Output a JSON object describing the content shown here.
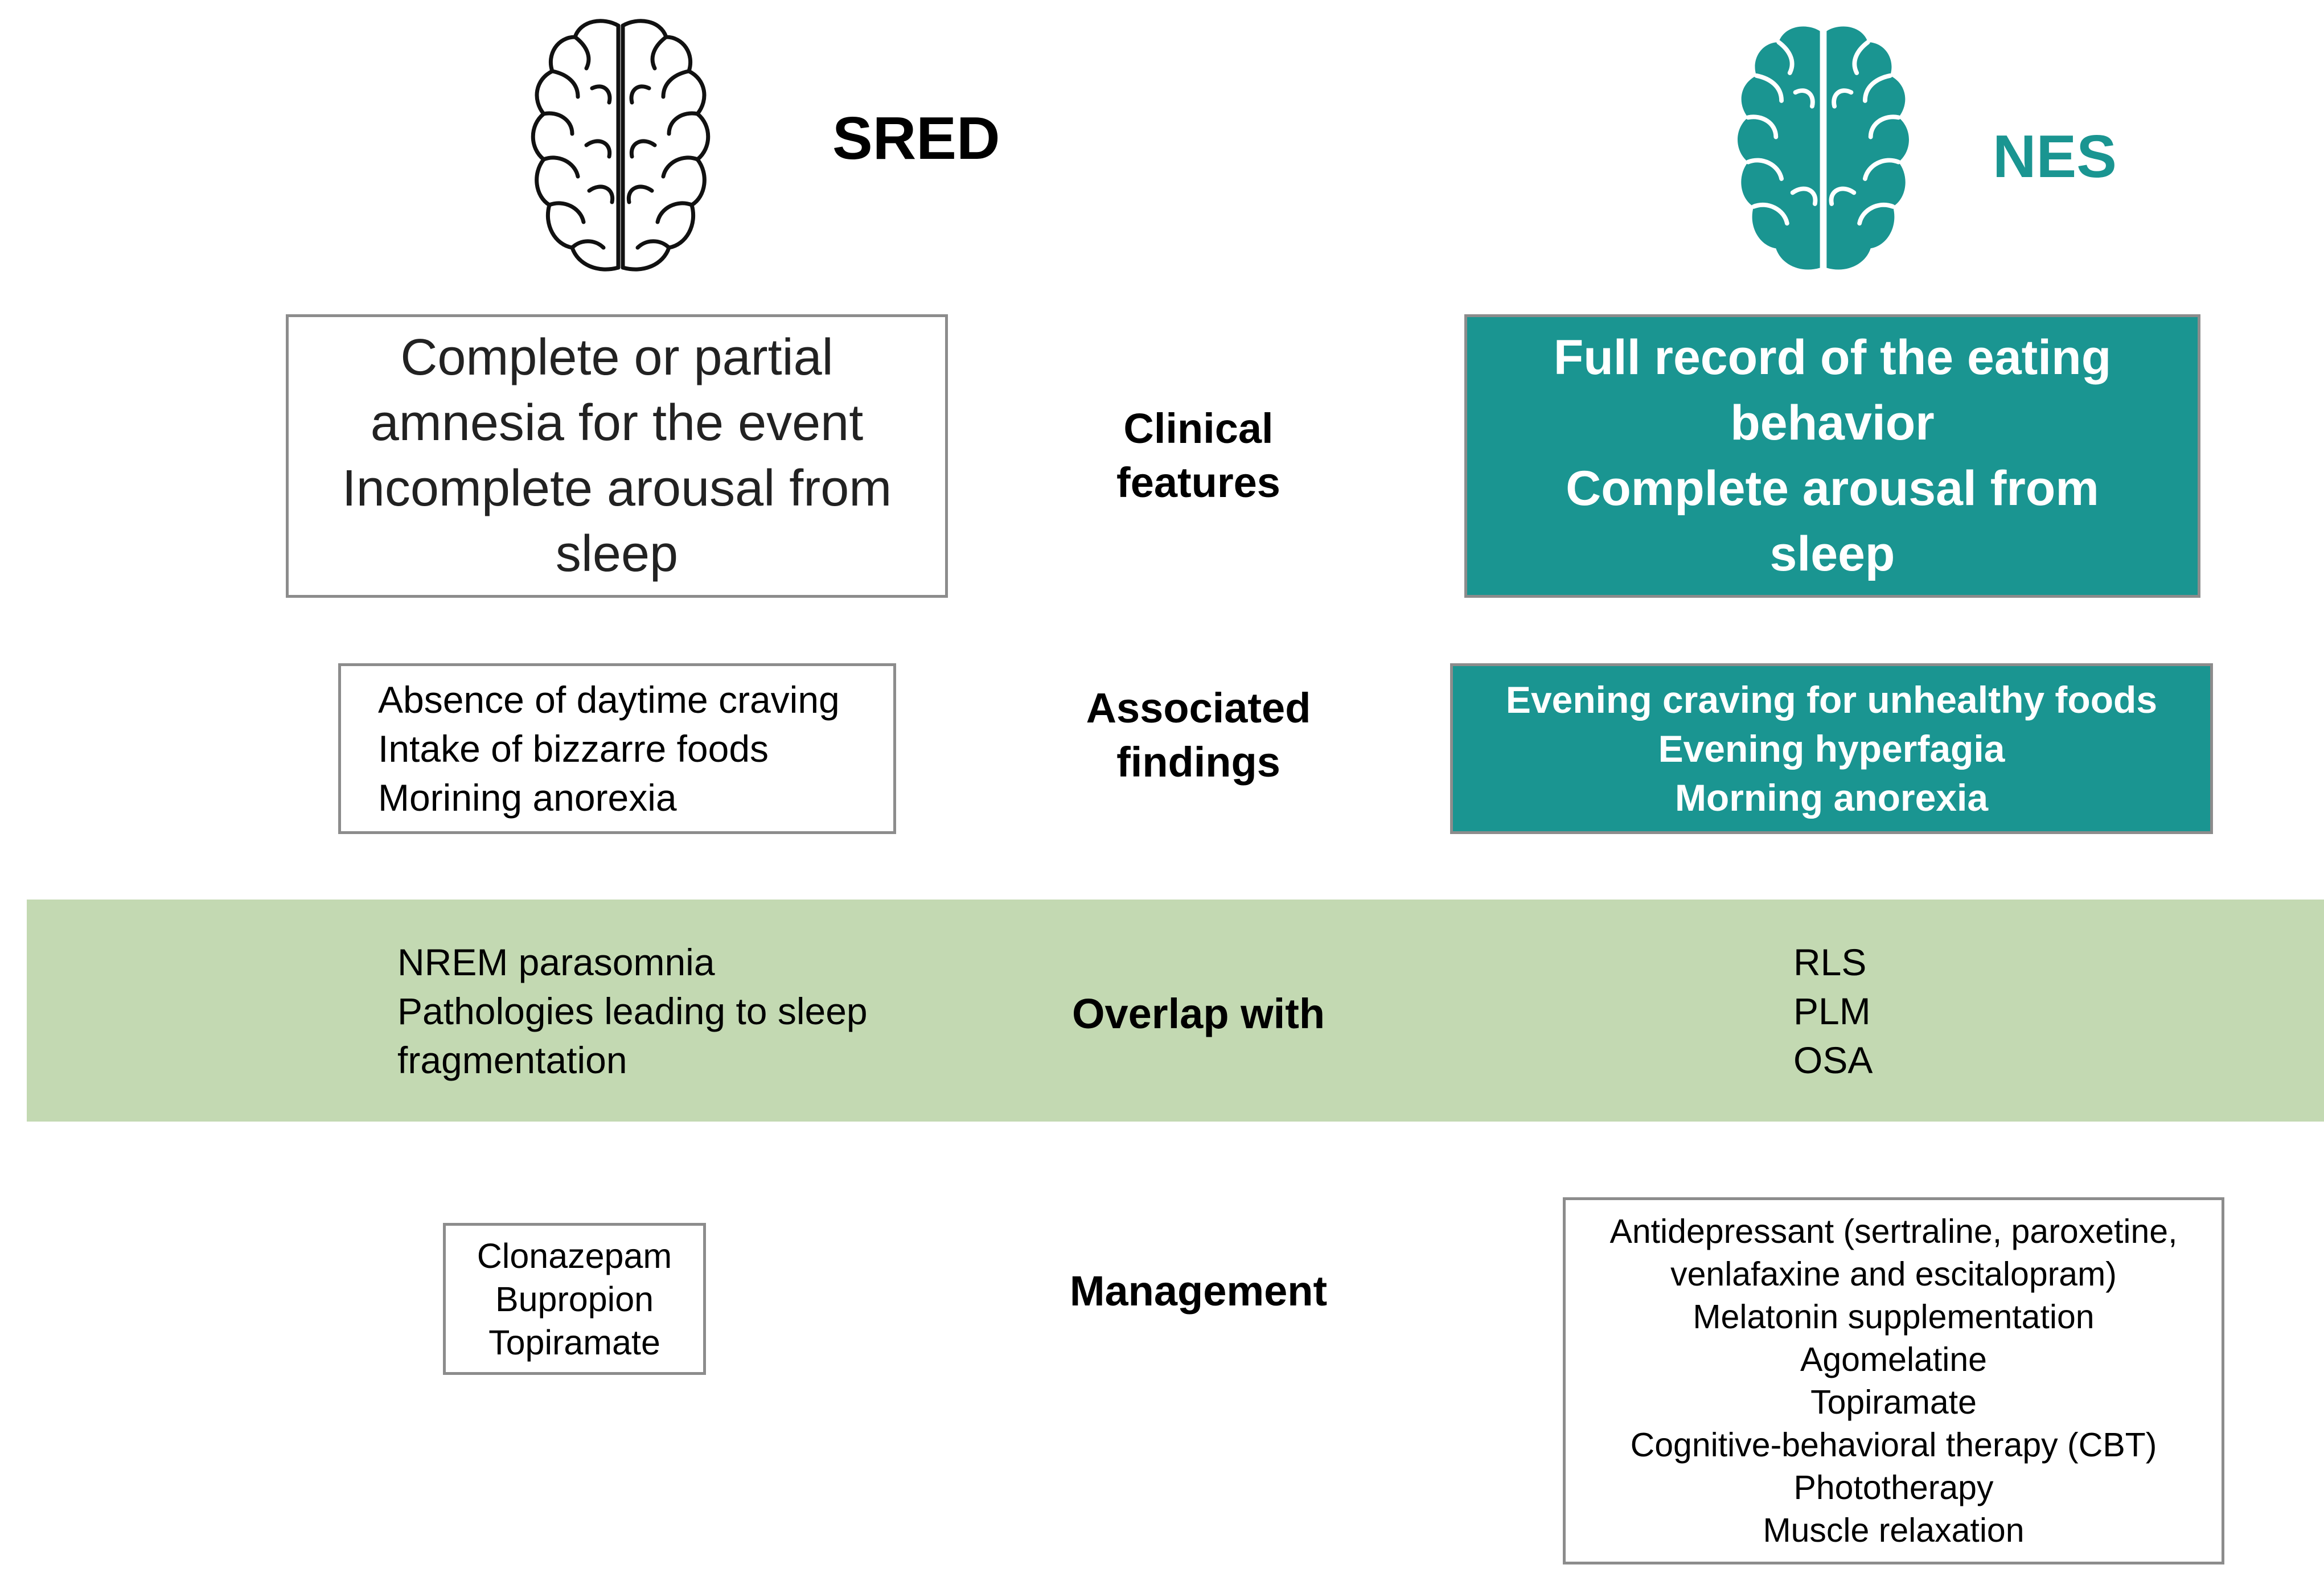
{
  "colors": {
    "teal": "#1a9591",
    "band": "#c3d9b2",
    "border": "#8c8c8c"
  },
  "header": {
    "left_title": "SRED",
    "right_title": "NES",
    "left_icon": "brain-outline-icon",
    "right_icon": "brain-filled-icon"
  },
  "clinical": {
    "category": [
      "Clinical",
      "features"
    ],
    "sred": [
      "Complete or partial",
      "amnesia for the event",
      "Incomplete arousal from",
      "sleep"
    ],
    "nes": [
      "Full record of the eating",
      "behavior",
      "Complete arousal from",
      "sleep"
    ]
  },
  "associated": {
    "category": [
      "Associated",
      "findings"
    ],
    "sred": [
      "Absence of daytime craving",
      "Intake of bizzarre foods",
      "Morining anorexia"
    ],
    "nes": [
      "Evening craving for unhealthy foods",
      "Evening hyperfagia",
      "Morning anorexia"
    ]
  },
  "overlap": {
    "category": "Overlap with",
    "sred": [
      "NREM parasomnia",
      "Pathologies leading to sleep",
      "fragmentation"
    ],
    "nes": [
      "RLS",
      "PLM",
      "OSA"
    ]
  },
  "management": {
    "category": "Management",
    "sred": [
      "Clonazepam",
      "Bupropion",
      "Topiramate"
    ],
    "nes": [
      "Antidepressant (sertraline, paroxetine,",
      "venlafaxine and escitalopram)",
      "Melatonin supplementation",
      "Agomelatine",
      "Topiramate",
      "Cognitive-behavioral therapy (CBT)",
      "Phototherapy",
      "Muscle relaxation"
    ]
  }
}
